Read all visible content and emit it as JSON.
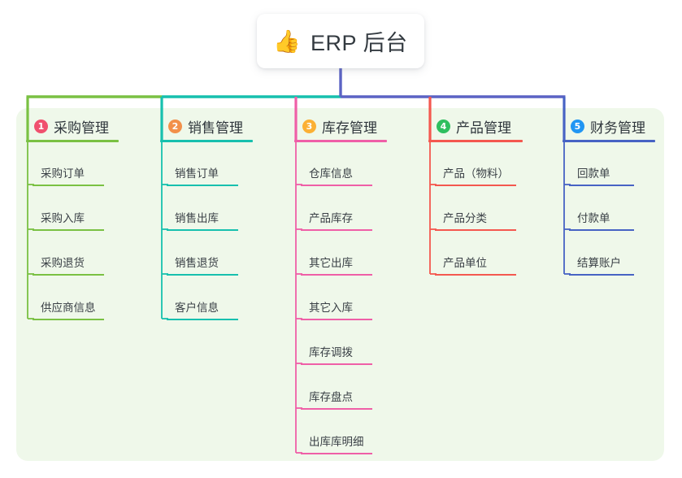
{
  "diagram": {
    "type": "mind-map",
    "root": {
      "icon": "thumbs-up-icon",
      "emoji": "👍",
      "title": "ERP 后台"
    },
    "panel_color": "#eff8ea",
    "columns": [
      {
        "number": "1",
        "title": "采购管理",
        "color": "#7ac143",
        "badge_color": "#f0506e",
        "items": [
          "采购订单",
          "采购入库",
          "采购退货",
          "供应商信息"
        ]
      },
      {
        "number": "2",
        "title": "销售管理",
        "color": "#17c0ae",
        "badge_color": "#f2904a",
        "items": [
          "销售订单",
          "销售出库",
          "销售退货",
          "客户信息"
        ]
      },
      {
        "number": "3",
        "title": "库存管理",
        "color": "#ef5fa7",
        "badge_color": "#fbb034",
        "items": [
          "仓库信息",
          "产品库存",
          "其它出库",
          "其它入库",
          "库存调拨",
          "库存盘点",
          "出库库明细"
        ]
      },
      {
        "number": "4",
        "title": "产品管理",
        "color": "#f4584f",
        "badge_color": "#2fbf5f",
        "items": [
          "产品（物料）",
          "产品分类",
          "产品单位"
        ]
      },
      {
        "number": "5",
        "title": "财务管理",
        "color": "#4763c4",
        "badge_color": "#2196f3",
        "items": [
          "回款单",
          "付款单",
          "结算账户"
        ]
      }
    ],
    "bus": {
      "segments": [
        {
          "color": "#7ac143"
        },
        {
          "color": "#17c0ae"
        },
        {
          "color": "#5b63c4"
        }
      ]
    }
  }
}
